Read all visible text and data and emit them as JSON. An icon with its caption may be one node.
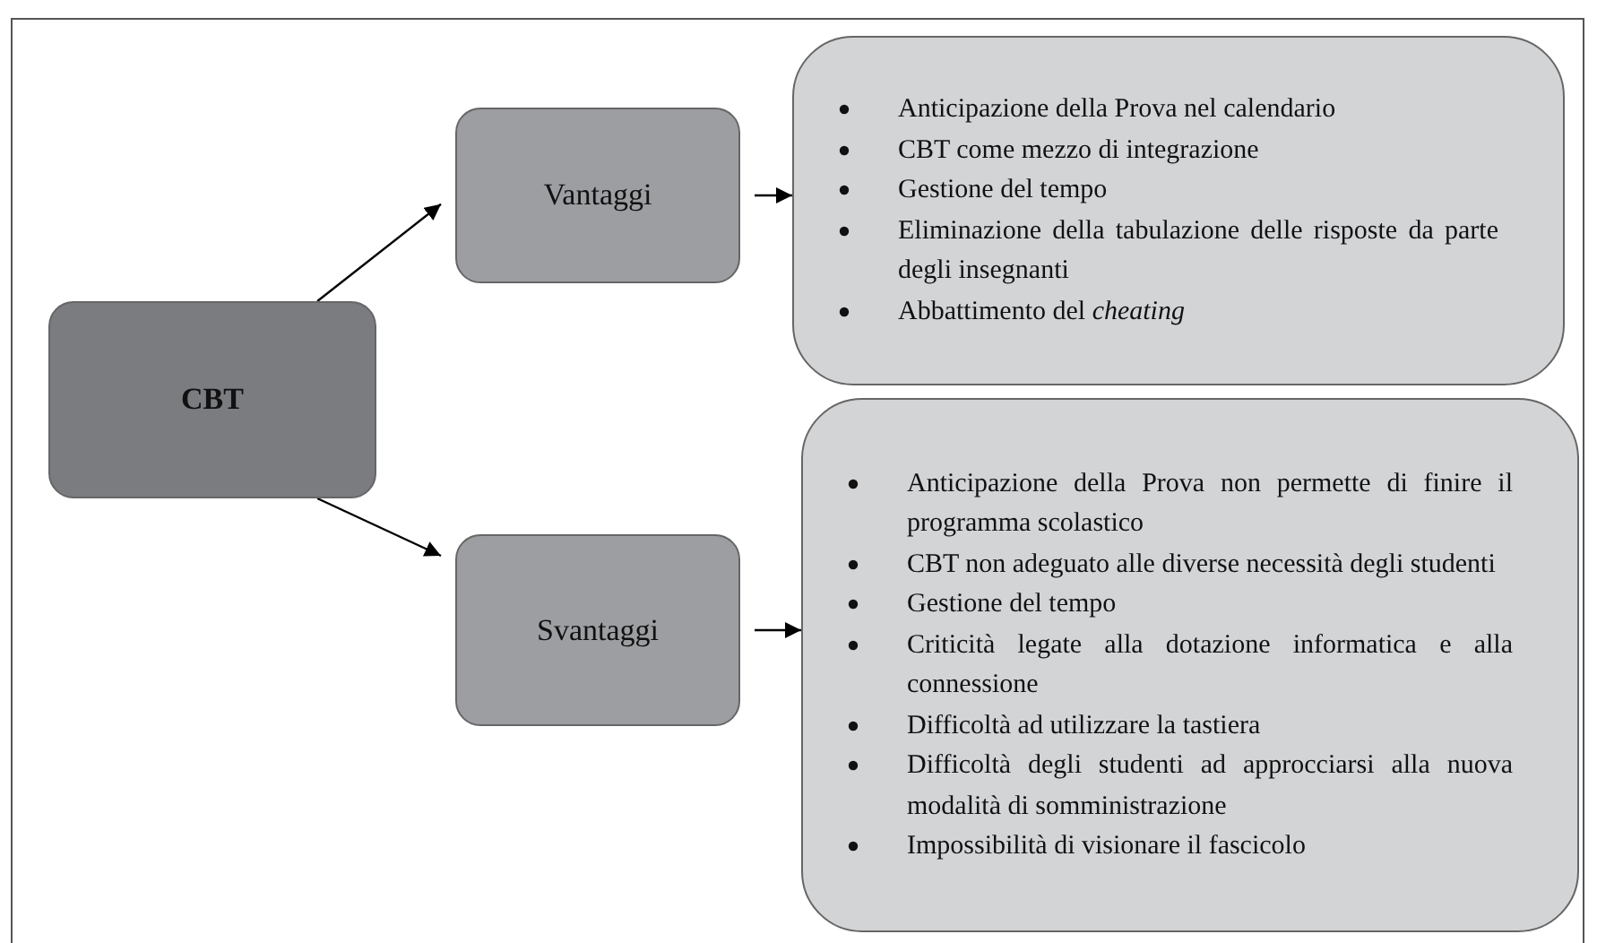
{
  "diagram": {
    "nodes": [
      {
        "text": [
          "CBT"
        ]
      },
      {
        "text": [
          "Vantaggi"
        ]
      },
      {
        "text": [
          "Anticipazione della Prova nel calendario",
          "CBT come mezzo di integrazione",
          "Gestione del tempo",
          "Eliminazione della tabulazione delle risposte da parte degli insegnanti",
          "Abbattimento del *cheating*"
        ]
      },
      {
        "text": [
          "Svantaggi"
        ]
      },
      {
        "text": [
          "Anticipazione della Prova non permette di finire il programma scolastico",
          "CBT non adeguato alle diverse necessità degli studenti",
          "Gestione del tempo",
          "Criticità legate alla dotazione informatica e alla connessione",
          "Difficoltà ad utilizzare la tastiera",
          "Difficoltà degli studenti ad approcciarsi alla nuova modalità di somministrazione",
          "Impossibilità di visionare il fascicolo"
        ]
      }
    ],
    "edges": [
      {
        "from": 0,
        "to": 1,
        "arrow": "to"
      },
      {
        "from": 0,
        "to": 3,
        "arrow": "to"
      },
      {
        "from": 1,
        "to": 2,
        "arrow": "to"
      },
      {
        "from": 3,
        "to": 4,
        "arrow": "to"
      }
    ]
  }
}
